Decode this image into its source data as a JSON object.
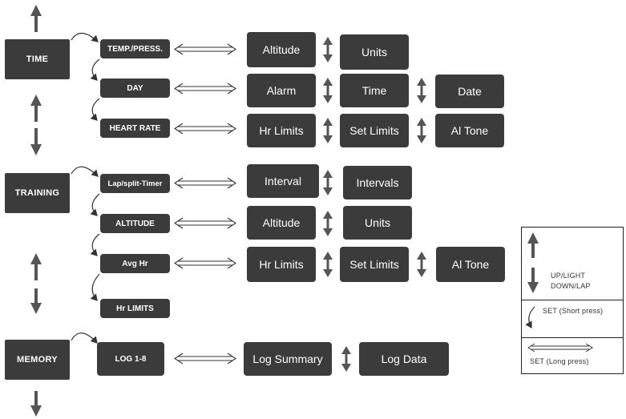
{
  "modes": {
    "time": "TIME",
    "training": "TRAINING",
    "memory": "MEMORY"
  },
  "time_menu": {
    "temp_press": {
      "label": "TEMP./PRESS.",
      "options": [
        "Altitude",
        "Units"
      ]
    },
    "day": {
      "label": "DAY",
      "options": [
        "Alarm",
        "Time",
        "Date"
      ]
    },
    "heart_rate": {
      "label": "HEART RATE",
      "options": [
        "Hr Limits",
        "Set Limits",
        "Al Tone"
      ]
    }
  },
  "training_menu": {
    "lap_timer": {
      "label": "Lap/split-Timer",
      "options": [
        "Interval",
        "Intervals"
      ]
    },
    "altitude": {
      "label": "ALTITUDE",
      "options": [
        "Altitude",
        "Units"
      ]
    },
    "avg_hr": {
      "label": "Avg Hr",
      "options": [
        "Hr Limits",
        "Set Limits",
        "Al Tone"
      ]
    },
    "hr_limits": {
      "label": "Hr LIMITS"
    }
  },
  "memory_menu": {
    "log": {
      "label": "LOG 1-8",
      "options": [
        "Log Summary",
        "Log Data"
      ]
    }
  },
  "legend": {
    "up_light": "UP/LIGHT",
    "down_lap": "DOWN/LAP",
    "set_short": "SET (Short press)",
    "set_long": "SET (Long press)"
  },
  "colors": {
    "box": "#3b3b3b",
    "arrow": "#555555",
    "line": "#333333"
  }
}
